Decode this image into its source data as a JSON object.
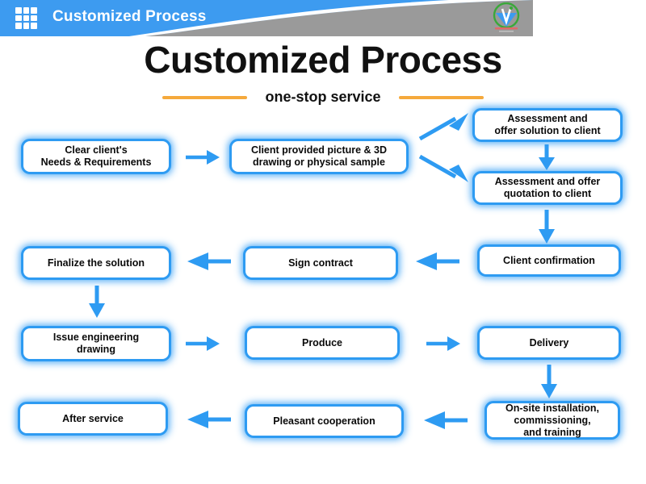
{
  "header": {
    "title": "Customized Process",
    "menu_icon": "grid-icon",
    "logo_icon": "company-logo-icon",
    "bar_color": "#3d9bf0",
    "panel_color": "#9a9a9a"
  },
  "title_block": {
    "title": "Customized Process",
    "subtitle": "one-stop service",
    "rule_color": "#f5a93c"
  },
  "theme": {
    "node_border": "#2e9bf2",
    "node_glow": "#38a0f5",
    "arrow_color": "#2e9bf2",
    "text_color": "#0a0a0a"
  },
  "flow": {
    "nodes": [
      {
        "id": "clear-needs",
        "label": "Clear client's\nNeeds & Requirements"
      },
      {
        "id": "client-provided",
        "label": "Client provided picture & 3D\ndrawing or physical sample"
      },
      {
        "id": "assessment-solution",
        "label": "Assessment and\noffer solution to client"
      },
      {
        "id": "assessment-quotation",
        "label": "Assessment and offer\nquotation to client"
      },
      {
        "id": "client-confirmation",
        "label": "Client confirmation"
      },
      {
        "id": "sign-contract",
        "label": "Sign contract"
      },
      {
        "id": "finalize-solution",
        "label": "Finalize the solution"
      },
      {
        "id": "issue-drawing",
        "label": "Issue engineering\ndrawing"
      },
      {
        "id": "produce",
        "label": "Produce"
      },
      {
        "id": "delivery",
        "label": "Delivery"
      },
      {
        "id": "onsite-installation",
        "label": "On-site installation,\ncommissioning,\nand training"
      },
      {
        "id": "pleasant-cooperation",
        "label": "Pleasant cooperation"
      },
      {
        "id": "after-service",
        "label": "After service"
      }
    ],
    "connectors": [
      {
        "from": "clear-needs",
        "to": "client-provided",
        "direction": "right"
      },
      {
        "from": "client-provided",
        "to": "assessment-solution",
        "direction": "up-right"
      },
      {
        "from": "client-provided",
        "to": "assessment-quotation",
        "direction": "down-right"
      },
      {
        "from": "assessment-solution",
        "to": "assessment-quotation",
        "direction": "down"
      },
      {
        "from": "assessment-quotation",
        "to": "client-confirmation",
        "direction": "down"
      },
      {
        "from": "client-confirmation",
        "to": "sign-contract",
        "direction": "left"
      },
      {
        "from": "sign-contract",
        "to": "finalize-solution",
        "direction": "left"
      },
      {
        "from": "finalize-solution",
        "to": "issue-drawing",
        "direction": "down"
      },
      {
        "from": "issue-drawing",
        "to": "produce",
        "direction": "right"
      },
      {
        "from": "produce",
        "to": "delivery",
        "direction": "right"
      },
      {
        "from": "delivery",
        "to": "onsite-installation",
        "direction": "down"
      },
      {
        "from": "onsite-installation",
        "to": "pleasant-cooperation",
        "direction": "left"
      },
      {
        "from": "pleasant-cooperation",
        "to": "after-service",
        "direction": "left"
      }
    ]
  }
}
